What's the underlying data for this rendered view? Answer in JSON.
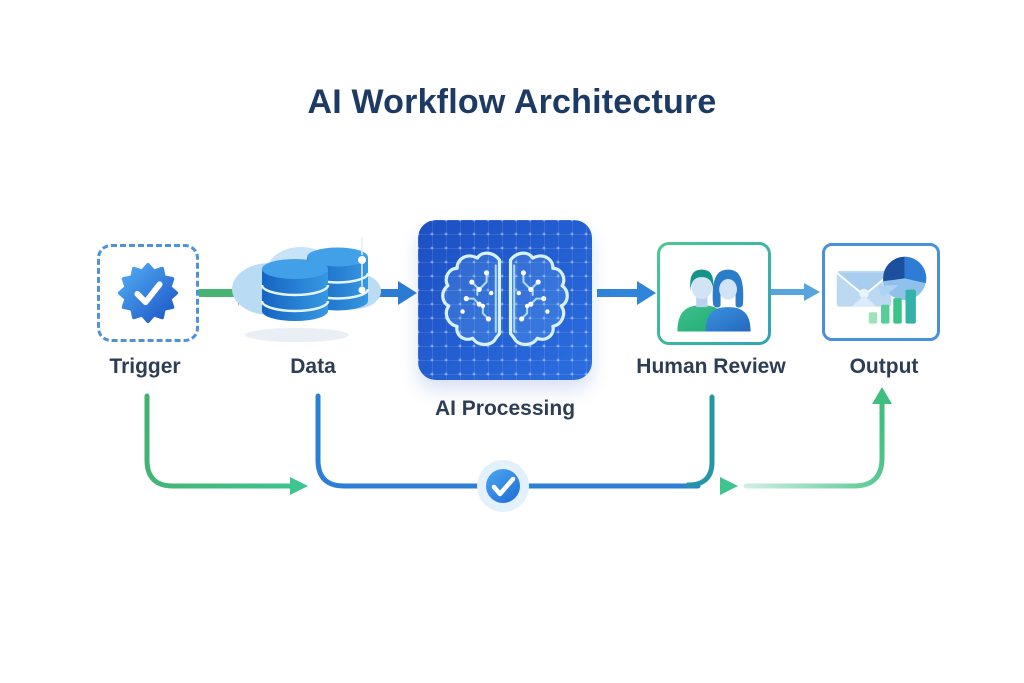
{
  "title": "AI Workflow Architecture",
  "nodes": [
    {
      "label": "Trigger",
      "icon": "check-badge-starburst-icon"
    },
    {
      "label": "Data",
      "icon": "cloud-database-icon"
    },
    {
      "label": "AI Processing",
      "icon": "circuit-brain-icon"
    },
    {
      "label": "Human Review",
      "icon": "two-people-icon"
    },
    {
      "label": "Output",
      "icon": "email-pie-barchart-icon"
    }
  ],
  "edges": {
    "main_flow": [
      {
        "from": "Trigger",
        "to": "Data",
        "color": "#46b371"
      },
      {
        "from": "Data",
        "to": "AI Processing",
        "color": "#2b7cd3"
      },
      {
        "from": "AI Processing",
        "to": "Human Review",
        "color": "#2e85da"
      },
      {
        "from": "Human Review",
        "to": "Output",
        "color": "#58a4de"
      }
    ],
    "feedback_loop": {
      "description": "bottom line from Trigger joining drops below Data and Human Review, through a check badge, arrow up into Output",
      "checkpoint_icon": "check-circle-badge-icon",
      "arrow_color": "#3ec48f"
    }
  },
  "colors": {
    "background": "#ffffff",
    "title_text": "#1c3a63",
    "label_text": "#2c3e55",
    "trigger_border": "#4e93d9",
    "badge_gradient": [
      "#4da4f0",
      "#1e59c8"
    ],
    "cylinder_gradient": [
      "#1565c2",
      "#3798e2"
    ],
    "cloud": "#c3e0f6",
    "ai_box": "#1e56c8",
    "brain_outline": "#d8f1ff",
    "human_border": [
      "#4cc98f",
      "#2fa3b8"
    ],
    "person_left": [
      "#15938a",
      "#3cc18c"
    ],
    "person_right": [
      "#2b7dc9",
      "#2e86d9"
    ],
    "output_border": "#4a90d9",
    "loop_teal": "#2496a4",
    "checkpoint_badge": [
      "#4aa3ee",
      "#1f6fd8"
    ]
  }
}
